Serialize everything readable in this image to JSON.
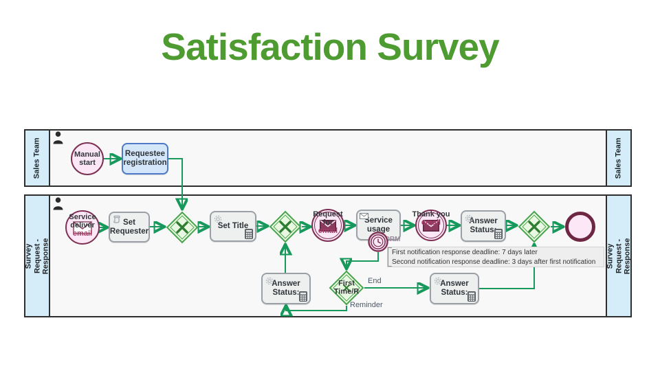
{
  "title": "Satisfaction Survey",
  "lanes": [
    {
      "label": "Sales Team"
    },
    {
      "label": "Survey Request - Response"
    }
  ],
  "nodes": {
    "manual_start": "Manual start",
    "requestee_registration": "Requestee registration",
    "service_deliver_main": "Service deliver",
    "service_deliver_sub": "email",
    "set_requester": "Set Requester",
    "set_title": "Set Title",
    "request_for_main": "Request for",
    "request_for_sub": "email",
    "service_usage": "Service usage",
    "service_usage_tag": "FORM",
    "thank_you_main": "Thank you",
    "thank_you_sub": "email",
    "answer_status_1": "Answer Status:",
    "answer_status_2": "Answer Status:",
    "answer_status_3": "Answer Status:",
    "first_timer_gateway": "First Time/R"
  },
  "edge_labels": {
    "end": "End",
    "reminder": "Reminder"
  },
  "tooltip": {
    "line1": "First notification response deadline: 7 days later",
    "line2": "Second notification response deadline: 3 days after first notification"
  },
  "colors": {
    "title_green": "#4e9b31",
    "flow_green": "#18995c",
    "lane_blue": "#d5ecf9",
    "event_pink": "#fbe7f5",
    "event_maroon": "#7c3054",
    "gateway_fill": "#e9f8e0",
    "gateway_border": "#4aa34f",
    "task_gray": "#eef0f0",
    "registration_blue": "#d4e6f9"
  }
}
